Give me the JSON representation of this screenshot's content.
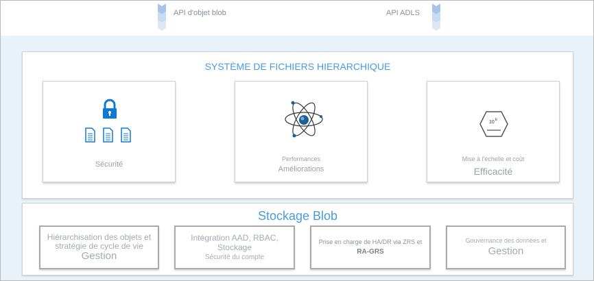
{
  "apis": {
    "blob": "API d'objet blob",
    "adls": "API ADLS"
  },
  "hierarchical": {
    "title": "SYSTÈME DE FICHIERS HIERARCHIQUE",
    "cards": [
      {
        "icon": "lock-documents-icon",
        "line1": "",
        "line2": "Sécurité"
      },
      {
        "icon": "atom-icon",
        "line1": "Performances",
        "line2": "Améliorations"
      },
      {
        "icon": "scale-hexagon-icon",
        "line1": "Mise à l'échelle et coût",
        "line2": "Efficacité"
      }
    ]
  },
  "blob": {
    "title": "Stockage Blob",
    "cards": [
      {
        "line1": "Hiérarchisation des objets et stratégie de cycle de vie",
        "line2": "Gestion"
      },
      {
        "line1": "Intégration AAD, RBAC, Stockage",
        "line2": "Sécurité du compte"
      },
      {
        "line1": "Prise en charge de HA/DR via ZRS et",
        "line2": "RA-GRS"
      },
      {
        "line1": "Gouvernance des données et",
        "line2": "Gestion"
      }
    ]
  },
  "colors": {
    "accent": "#4a9ae0",
    "icon_blue": "#0f78d4",
    "arrow": "#a7c5e6"
  }
}
